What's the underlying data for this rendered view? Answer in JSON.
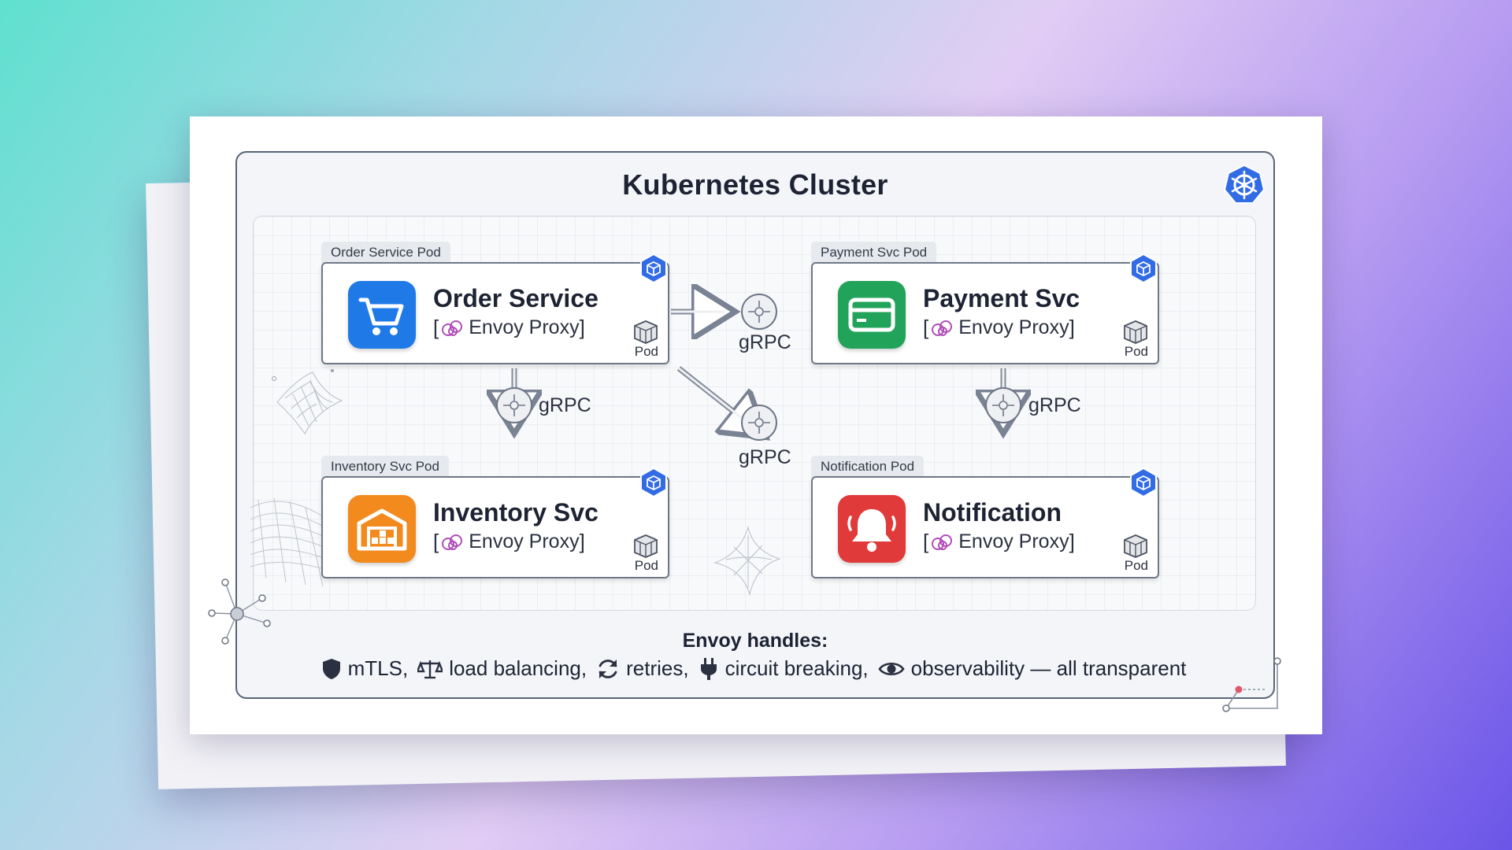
{
  "cluster": {
    "title": "Kubernetes Cluster",
    "icon": "kubernetes-helm-icon"
  },
  "pods": [
    {
      "key": "order",
      "tag": "Order Service Pod",
      "name": "Order Service",
      "proxy": "Envoy Proxy",
      "pod_label": "Pod",
      "icon": "cart-icon",
      "color": "#1f7ae8"
    },
    {
      "key": "payment",
      "tag": "Payment Svc Pod",
      "name": "Payment Svc",
      "proxy": "Envoy Proxy",
      "pod_label": "Pod",
      "icon": "credit-card-icon",
      "color": "#22a35a"
    },
    {
      "key": "inventory",
      "tag": "Inventory Svc Pod",
      "name": "Inventory Svc",
      "proxy": "Envoy Proxy",
      "pod_label": "Pod",
      "icon": "warehouse-icon",
      "color": "#f28a1e"
    },
    {
      "key": "notification",
      "tag": "Notification Pod",
      "name": "Notification",
      "proxy": "Envoy Proxy",
      "pod_label": "Pod",
      "icon": "bell-icon",
      "color": "#e03a3a"
    }
  ],
  "connections": [
    {
      "from": "Order Service",
      "to": "Payment Svc",
      "label": "gRPC"
    },
    {
      "from": "Order Service",
      "to": "Inventory Svc",
      "label": "gRPC"
    },
    {
      "from": "Order Service",
      "to": "Notification",
      "label": "gRPC"
    },
    {
      "from": "Payment Svc",
      "to": "Notification",
      "label": "gRPC"
    }
  ],
  "footer": {
    "title": "Envoy handles:",
    "items": [
      {
        "label": "mTLS,",
        "icon": "shield-icon"
      },
      {
        "label": "load balancing,",
        "icon": "scales-icon"
      },
      {
        "label": "retries,",
        "icon": "refresh-icon"
      },
      {
        "label": "circuit breaking,",
        "icon": "plug-icon"
      },
      {
        "label": "observability — all transparent",
        "icon": "eye-icon"
      }
    ]
  }
}
